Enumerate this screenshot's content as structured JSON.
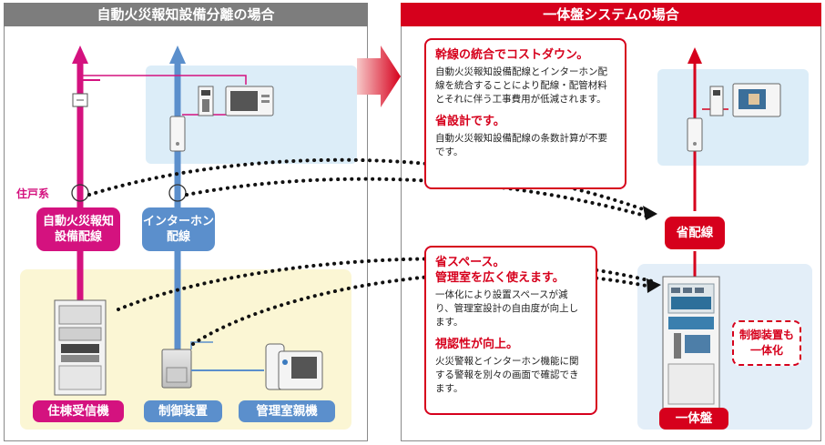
{
  "left_panel": {
    "title": "自動火災報知設備分離の場合",
    "tag_label": "住戸系",
    "fire_line_label": "自動火災報知\n設備配線",
    "intercom_line_label": "インターホン\n配線",
    "bottom_labels": [
      "住棟受信機",
      "制御装置",
      "管理室親機"
    ]
  },
  "right_panel": {
    "title": "一体盤システムの場合",
    "wiring_label": "省配線",
    "panel_label": "一体盤",
    "dashed_note": "制御装置も\n一体化"
  },
  "benefit_card_top": {
    "items": [
      {
        "heading": "幹線の統合でコストダウン。",
        "text": "自動火災報知設備配線とインターホン配線を統合することにより配線・配管材料とそれに伴う工事費用が低減されます。"
      },
      {
        "heading": "省設計です。",
        "text": "自動火災報知設備配線の条数計算が不要です。"
      }
    ]
  },
  "benefit_card_bottom": {
    "items": [
      {
        "heading": "省スペース。\n管理室を広く使えます。",
        "text": "一体化により設置スペースが減り、管理室設計の自由度が向上します。"
      },
      {
        "heading": "視認性が向上。",
        "text": "火災警報とインターホン機能に関する警報を別々の画面で確認できます。"
      }
    ]
  },
  "colors": {
    "header_gray": "#7d7d7d",
    "header_red": "#d6001c",
    "fire_line": "#d4127f",
    "intercom_line": "#5b8fcc",
    "combined_line": "#d6001c",
    "dwelling_bg": "#dcedf8",
    "office_bg": "#fbf6d4"
  }
}
